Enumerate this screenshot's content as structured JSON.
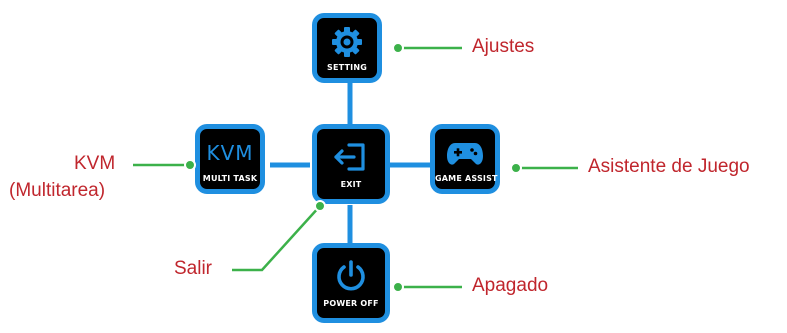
{
  "colors": {
    "tile_border": "#1f8fe0",
    "tile_fill": "#000000",
    "callout_text": "#c0262d",
    "leader_line": "#3cb14a"
  },
  "tiles": {
    "setting": {
      "label": "SETTING",
      "icon": "gear-icon"
    },
    "multitask": {
      "label": "MULTI TASK",
      "icon_text": "KVM"
    },
    "exit": {
      "label": "EXIT",
      "icon": "exit-icon"
    },
    "game_assist": {
      "label": "GAME ASSIST",
      "icon": "gamepad-icon"
    },
    "power_off": {
      "label": "POWER OFF",
      "icon": "power-icon"
    }
  },
  "callouts": {
    "ajustes": "Ajustes",
    "kvm_line1": "KVM",
    "kvm_line2": "(Multitarea)",
    "asistente": "Asistente de Juego",
    "salir": "Salir",
    "apagado": "Apagado"
  }
}
